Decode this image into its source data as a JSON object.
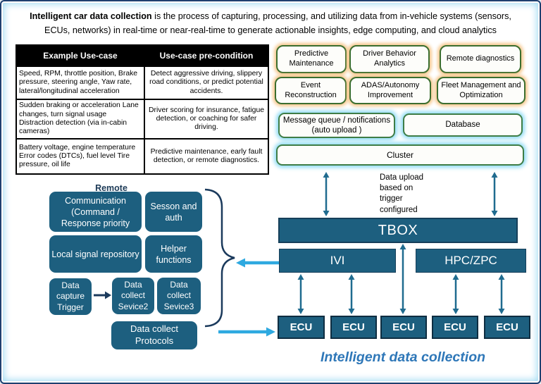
{
  "title": {
    "bold": "Intelligent car data collection",
    "rest": " is the process of capturing, processing, and utilizing data from in-vehicle systems (sensors, ECUs, networks) in real-time or near-real-time to generate actionable insights, edge computing, and cloud analytics"
  },
  "table": {
    "headers": [
      "Example Use-case",
      "Use-case  pre-condition"
    ],
    "rows": [
      {
        "use_case": "Speed, RPM, throttle position, Brake pressure, steering angle, Yaw rate, lateral/longitudinal acceleration",
        "pre_condition": "Detect aggressive driving, slippery road conditions, or predict potential accidents."
      },
      {
        "use_case": "Sudden braking or acceleration Lane changes, turn signal usage Distraction detection (via in-cabin cameras)",
        "pre_condition": "Driver scoring for insurance, fatigue detection, or coaching for safer driving."
      },
      {
        "use_case": "Battery voltage, engine temperature Error codes (DTCs), fuel level Tire pressure, oil life",
        "pre_condition": "Predictive maintenance, early fault detection, or remote diagnostics."
      }
    ]
  },
  "use_cases": {
    "row1": [
      "Predictive Maintenance",
      "Driver Behavior Analytics",
      "Remote diagnostics"
    ],
    "row2": [
      "Event Reconstruction",
      "ADAS/Autonomy Improvement",
      "Fleet Management and Optimization"
    ]
  },
  "cloud": {
    "message_queue": "Message queue / notifications (auto upload )",
    "database": "Database",
    "cluster": "Cluster"
  },
  "vehicle": {
    "tbox": "TBOX",
    "ivi": "IVI",
    "hpc": "HPC/ZPC",
    "ecus": [
      "ECU",
      "ECU",
      "ECU",
      "ECU",
      "ECU"
    ]
  },
  "services": {
    "communication": "Communication (Command / Response priority",
    "session": "Sesson and auth",
    "local_signal": "Local signal repository",
    "helper": "Helper functions",
    "data_capture": "Data capture Trigger",
    "sevice2": "Data collect Sevice2",
    "sevice3": "Data collect Sevice3",
    "protocols": "Data collect Protocols"
  },
  "annotations": {
    "remote_clipped": "Remote",
    "data_upload": "Data upload based on trigger configured",
    "caption": "Intelligent data collection"
  },
  "colors": {
    "dark_box": "#1d5f7f",
    "green_border": "#3b6e2f",
    "cyan_green_border": "#3f7d46",
    "orange_glow": "#f6c68a",
    "cyan_glow": "#85d8f3",
    "teal_arrow": "#1f6b8f",
    "light_blue_arrow": "#2ea9e0",
    "navy": "#1b3a5c",
    "caption_blue": "#2e77b8"
  }
}
